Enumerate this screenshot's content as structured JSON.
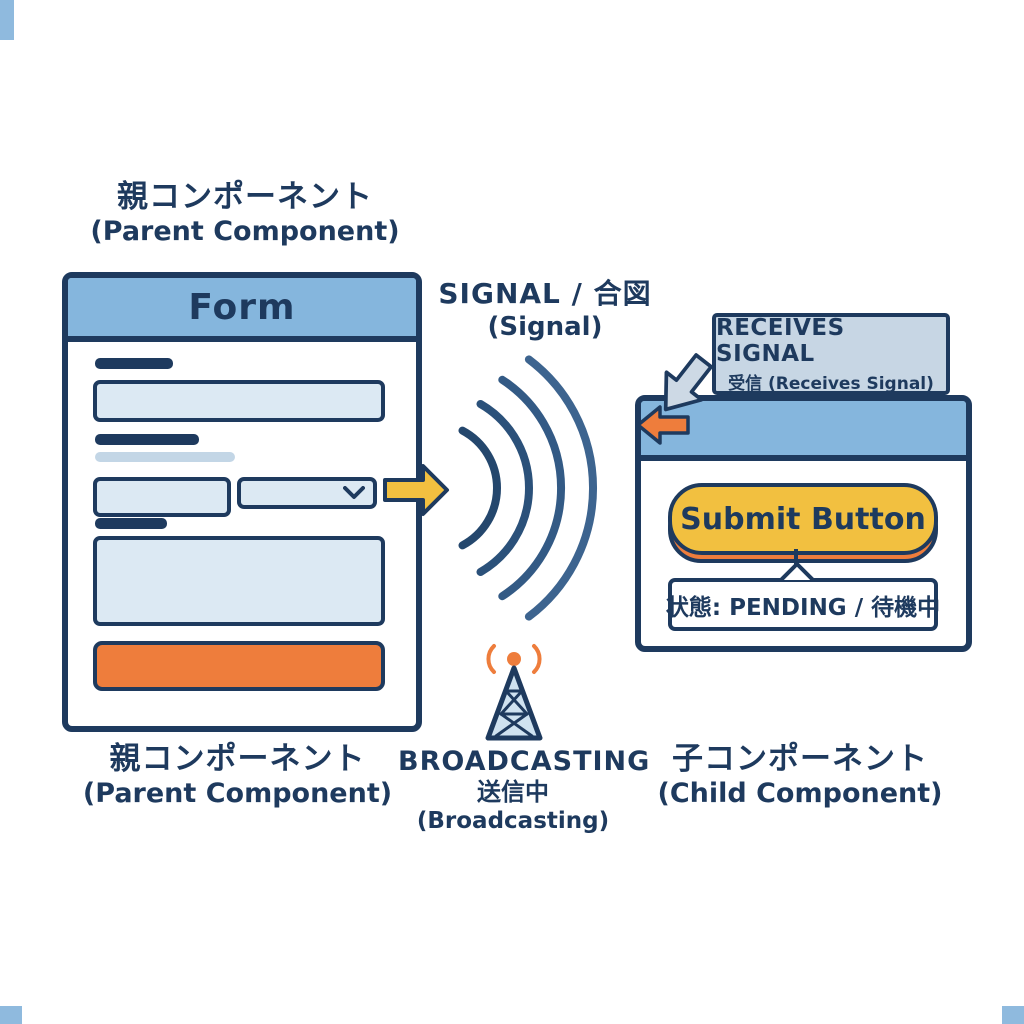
{
  "colors": {
    "navy": "#1e3a5e",
    "header_blue": "#85b6dd",
    "light_blue_fill": "#dce9f3",
    "pale_blue_bar": "#c3d6e6",
    "orange": "#ee7d3c",
    "yellow": "#f2c040",
    "callout_fill": "#c7d6e4",
    "tower_fill": "#cfe2f0",
    "background": "#ffffff"
  },
  "parent_top": {
    "title": "親コンポーネント",
    "subtitle": "(Parent Component)"
  },
  "form": {
    "title": "Form"
  },
  "signal": {
    "title": "SIGNAL / 合図",
    "subtitle": "(Signal)"
  },
  "callout": {
    "title": "RECEIVES SIGNAL",
    "subtitle": "受信 (Receives Signal)"
  },
  "child": {
    "button_label": "Submit Button",
    "status_label": "状態: PENDING / 待機中"
  },
  "bottom": {
    "parent": {
      "title": "親コンポーネント",
      "subtitle": "(Parent Component)"
    },
    "broadcast": {
      "title": "BROADCASTING",
      "jp": "送信中",
      "en": "(Broadcasting)"
    },
    "child": {
      "title": "子コンポーネント",
      "subtitle": "(Child Component)"
    }
  },
  "icons": {
    "yellow_right_arrow": "block-arrow-right",
    "signal_waves": "four-concentric-arcs",
    "orange_left_arrow": "block-arrow-left",
    "receives_pointer": "block-arrow-down-left",
    "chevron_down": "dropdown-chevron",
    "broadcast_tower": "lattice-radio-tower",
    "status_notch": "speech-bubble-notch"
  }
}
